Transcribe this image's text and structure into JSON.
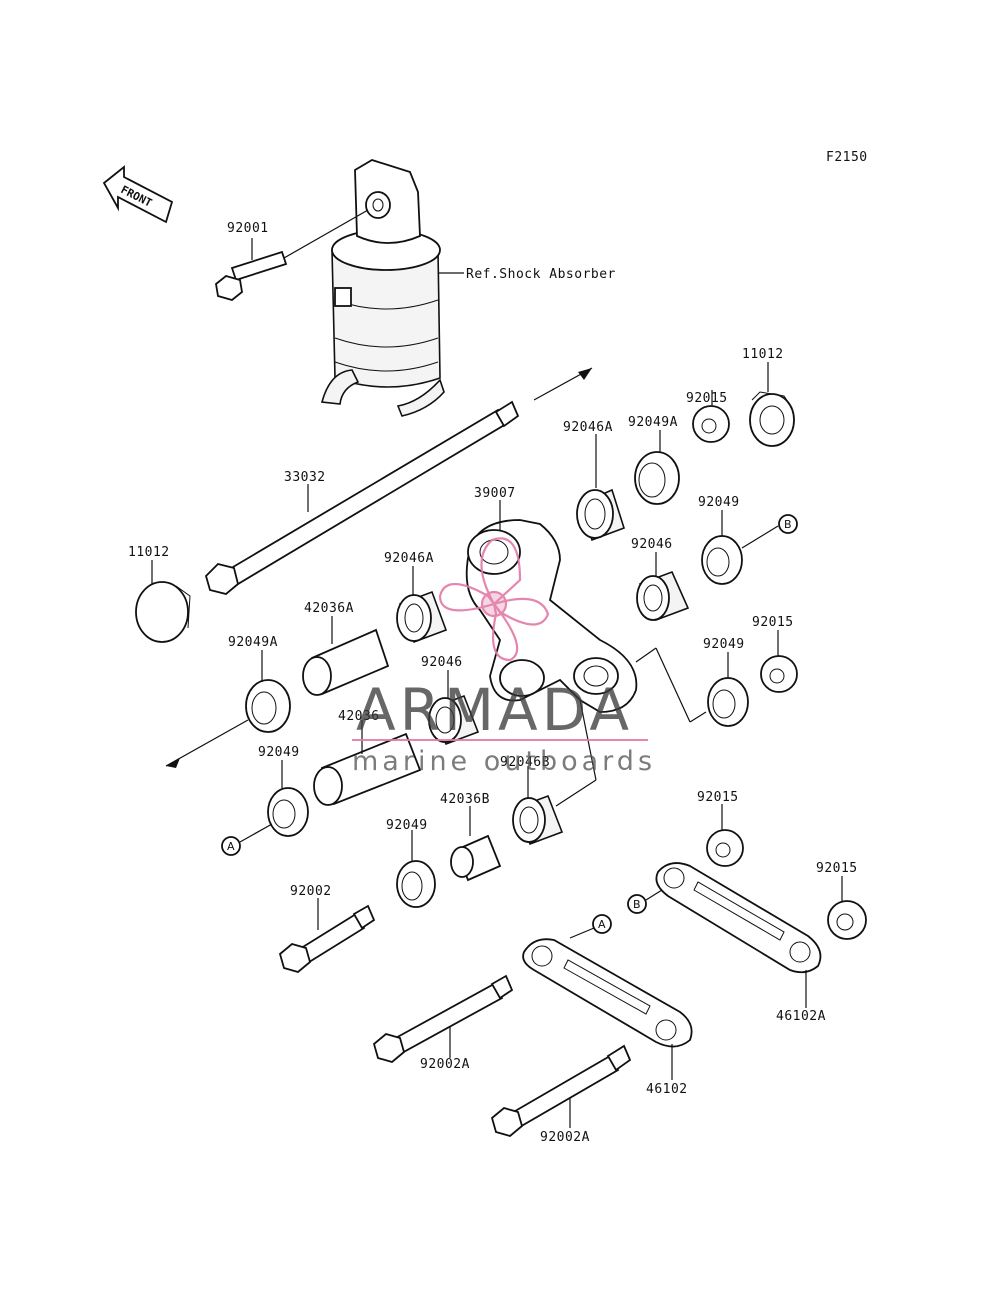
{
  "figure_code": "F2150",
  "front_arrow": "FRONT",
  "ref_note": "Ref.Shock Absorber",
  "refs": {
    "a": "A",
    "b": "B"
  },
  "watermark": {
    "title": "ARMADA",
    "subtitle": "marine outboards"
  },
  "parts": {
    "p92001": "92001",
    "p11012_right": "11012",
    "p92015_top": "92015",
    "p92049A_top": "92049A",
    "p92046A_top": "92046A",
    "p39007": "39007",
    "p33032": "33032",
    "p11012_left": "11012",
    "p92049_right1": "92049",
    "p92046_right": "92046",
    "p92046A_mid": "92046A",
    "p42036A": "42036A",
    "p92049A_left": "92049A",
    "p92015_mid": "92015",
    "p92049_right2": "92049",
    "p92046_mid": "92046",
    "p42036": "42036",
    "p92049_left": "92049",
    "p92046B": "92046B",
    "p42036B": "42036B",
    "p92015_low": "92015",
    "p92049_low": "92049",
    "p92002": "92002",
    "p92015_far": "92015",
    "p46102A": "46102A",
    "p92002A_1": "92002A",
    "p46102": "46102",
    "p92002A_2": "92002A"
  }
}
